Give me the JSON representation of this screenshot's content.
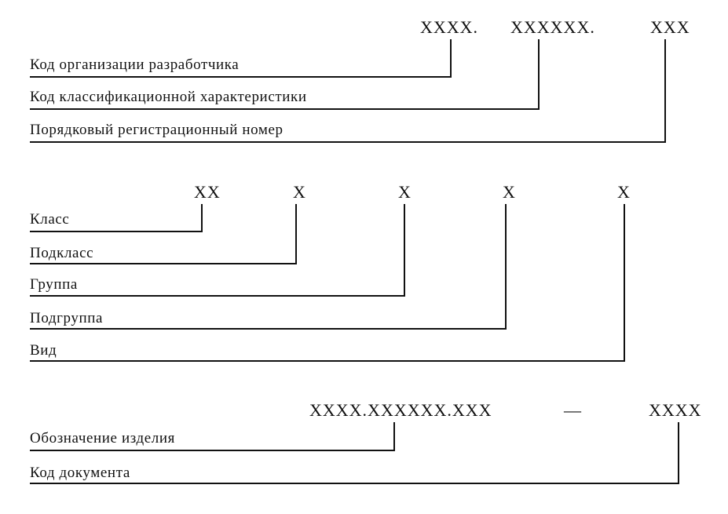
{
  "block1": {
    "codes": [
      "XXXX.",
      "XXXXXX.",
      "XXX"
    ],
    "labels": [
      "Код организации разработчика",
      "Код классификационной характеристики",
      "Порядковый регистрационный номер"
    ]
  },
  "block2": {
    "codes": [
      "XX",
      "X",
      "X",
      "X",
      "X"
    ],
    "labels": [
      "Класс",
      "Подкласс",
      "Группа",
      "Подгруппа",
      "Вид"
    ]
  },
  "block3": {
    "codes": [
      "XXXX.XXXXXX.XXX",
      "—",
      "XXXX"
    ],
    "labels": [
      "Обозначение изделия",
      "Код документа"
    ]
  }
}
